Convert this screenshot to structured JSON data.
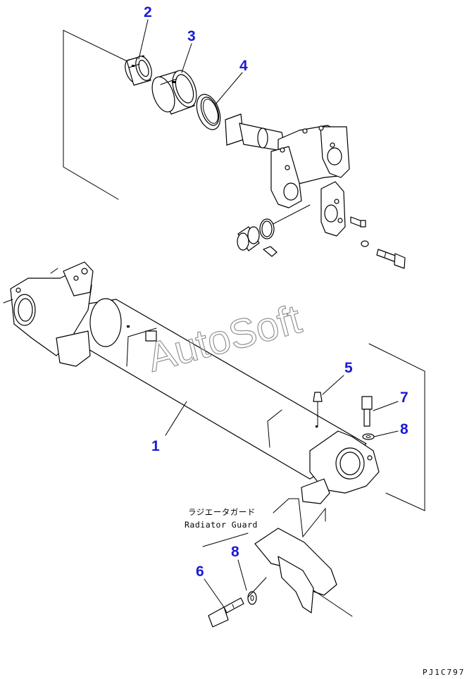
{
  "diagram": {
    "callouts": [
      {
        "id": "1",
        "label": "1"
      },
      {
        "id": "2",
        "label": "2"
      },
      {
        "id": "3",
        "label": "3"
      },
      {
        "id": "4",
        "label": "4"
      },
      {
        "id": "5",
        "label": "5"
      },
      {
        "id": "6",
        "label": "6"
      },
      {
        "id": "7",
        "label": "7"
      },
      {
        "id": "8a",
        "label": "8"
      },
      {
        "id": "8b",
        "label": "8"
      }
    ],
    "note_jp": "ラジエータガード",
    "note_en": "Radiator Guard",
    "watermark": "AutoSoft",
    "drawing_code": "PJ1C797",
    "colors": {
      "callout": "#1a1ad6",
      "line": "#000000",
      "background": "#ffffff"
    }
  }
}
